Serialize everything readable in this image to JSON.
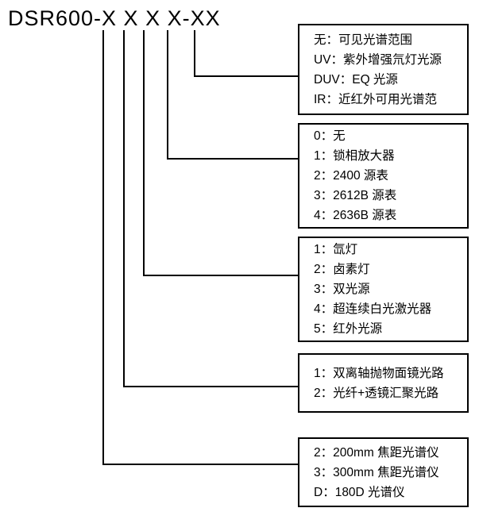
{
  "title": {
    "model_code": "DSR600-X X X X-XX"
  },
  "callouts": [
    {
      "id": "spectral-range",
      "lines": [
        "无：可见光谱范围",
        "UV：紫外增强氘灯光源",
        "DUV：EQ 光源",
        "IR：近红外可用光谱范"
      ]
    },
    {
      "id": "amplifier-source-meter",
      "lines": [
        "0：无",
        "1：锁相放大器",
        "2：2400 源表",
        "3：2612B 源表",
        "4：2636B 源表"
      ]
    },
    {
      "id": "light-source",
      "lines": [
        "1：氙灯",
        "2：卤素灯",
        "3：双光源",
        "4：超连续白光激光器",
        "5：红外光源"
      ]
    },
    {
      "id": "optical-path",
      "lines": [
        "1：双离轴抛物面镜光路",
        "2：光纤+透镜汇聚光路"
      ]
    },
    {
      "id": "spectrometer",
      "lines": [
        "2：200mm 焦距光谱仪",
        "3：300mm 焦距光谱仪",
        "D：180D 光谱仪"
      ]
    }
  ],
  "style": {
    "line_color": "#000000"
  }
}
